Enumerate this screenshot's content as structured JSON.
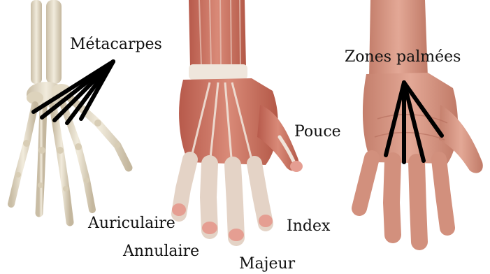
{
  "labels": {
    "metacarpes": "Métacarpes",
    "zones_palmees": "Zones palmées",
    "pouce": "Pouce",
    "index": "Index",
    "majeur": "Majeur",
    "annulaire": "Annulaire",
    "auriculaire": "Auriculaire"
  },
  "colors": {
    "bone": "#e9e1cf",
    "bone_shadow": "#b9ac92",
    "muscle": "#c9705f",
    "tendon": "#e8ddd2",
    "skin": "#d99a88",
    "skin_shadow": "#b8715f",
    "pointer_lines": "#000000"
  }
}
